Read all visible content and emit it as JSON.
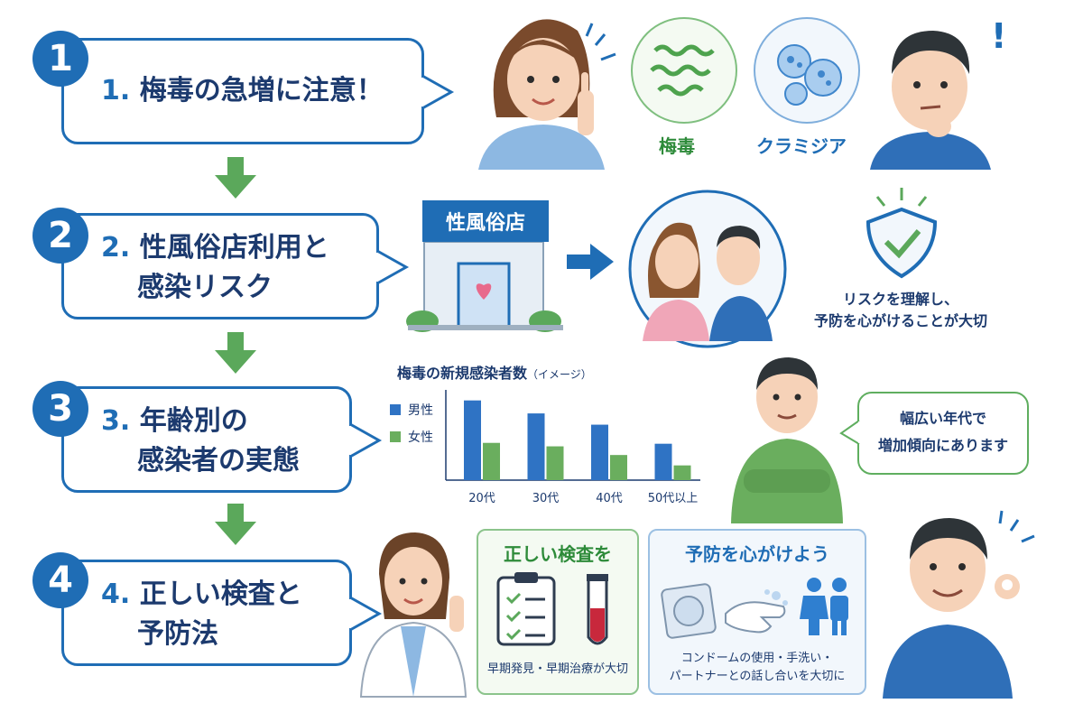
{
  "steps": [
    {
      "number": "1",
      "index": "1.",
      "lines": [
        "梅毒の急増に注意！"
      ]
    },
    {
      "number": "2",
      "index": "2.",
      "lines": [
        "性風俗店利用と",
        "感染リスク"
      ]
    },
    {
      "number": "3",
      "index": "3.",
      "lines": [
        "年齢別の",
        "感染者の実態"
      ]
    },
    {
      "number": "4",
      "index": "4.",
      "lines": [
        "正しい検査と",
        "予防法"
      ]
    }
  ],
  "row1": {
    "syphilis_label": "梅毒",
    "chlamydia_label": "クラミジア",
    "exclaim": "!"
  },
  "row2": {
    "store_sign": "性風俗店",
    "caption_line1": "リスクを理解し、",
    "caption_line2": "予防を心がけることが大切"
  },
  "chart_data": {
    "type": "bar",
    "title": "梅毒の新規感染者数",
    "subtitle": "（イメージ）",
    "categories": [
      "20代",
      "30代",
      "40代",
      "50代以上"
    ],
    "series": [
      {
        "name": "男性",
        "color": "#2f73c4",
        "values": [
          92,
          77,
          64,
          42
        ]
      },
      {
        "name": "女性",
        "color": "#6aae5e",
        "values": [
          43,
          39,
          29,
          17
        ]
      }
    ],
    "ylim": [
      0,
      100
    ],
    "legend": "left"
  },
  "row3": {
    "bubble_line1": "幅広い年代で",
    "bubble_line2": "増加傾向にあります"
  },
  "row4": {
    "test_title": "正しい検査を",
    "test_caption": "早期発見・早期治療が大切",
    "prevent_title": "予防を心がけよう",
    "prevent_caption_line1": "コンドームの使用・手洗い・",
    "prevent_caption_line2": "パートナーとの話し合いを大切に"
  },
  "colors": {
    "primary": "#1f6db5",
    "green": "#5ba85b",
    "navy": "#1c3a6e"
  }
}
